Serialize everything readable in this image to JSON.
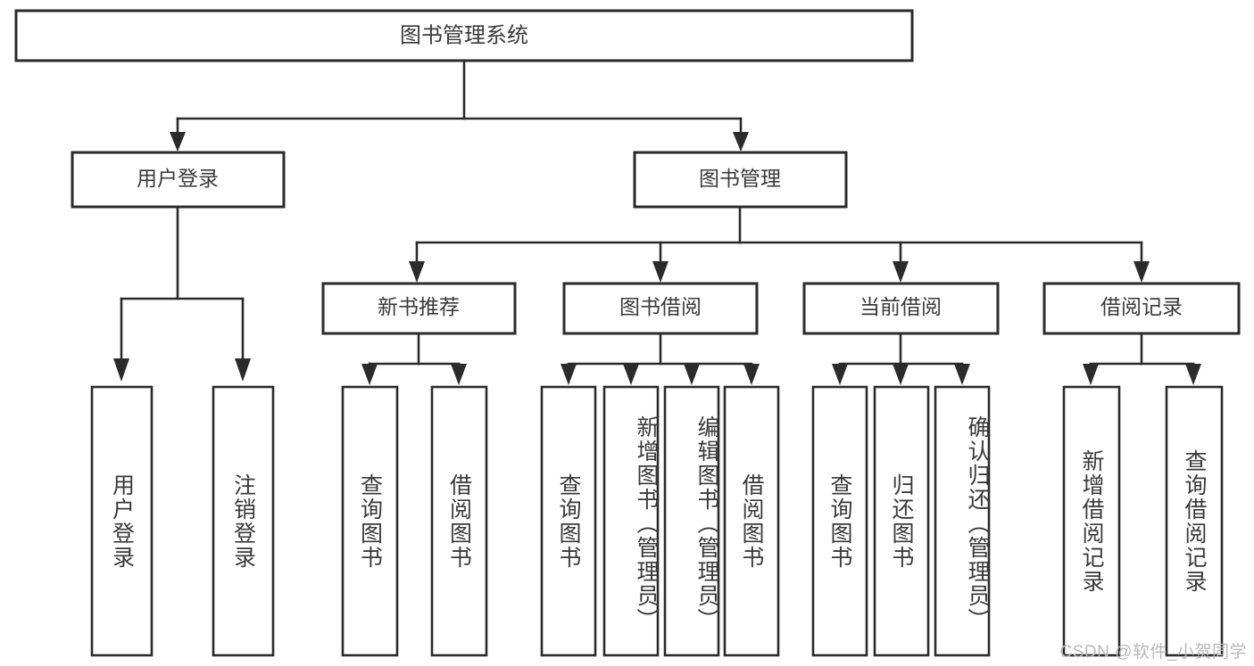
{
  "diagram": {
    "type": "tree-hierarchy",
    "title": "图书管理系统",
    "root": {
      "label": "图书管理系统"
    },
    "level2": [
      {
        "label": "用户登录"
      },
      {
        "label": "图书管理"
      }
    ],
    "level3": [
      {
        "label": "新书推荐"
      },
      {
        "label": "图书借阅"
      },
      {
        "label": "当前借阅"
      },
      {
        "label": "借阅记录"
      }
    ],
    "leaves": {
      "user_login": [
        "用户登录",
        "注销登录"
      ],
      "new_book_recommend": [
        "查询图书",
        "借阅图书"
      ],
      "book_borrow": [
        "查询图书",
        "新增图书（管理员）",
        "编辑图书（管理员）",
        "借阅图书"
      ],
      "current_borrow": [
        "查询图书",
        "归还图书",
        "确认归还（管理员）"
      ],
      "borrow_record": [
        "新增借阅记录",
        "查询借阅记录"
      ]
    }
  },
  "watermark": {
    "text": "CSDN @软件_小贺同学"
  },
  "colors": {
    "stroke": "#2b2b2b",
    "text": "#3a3a3a",
    "background": "#ffffff",
    "watermark": "#b9b9b9"
  }
}
